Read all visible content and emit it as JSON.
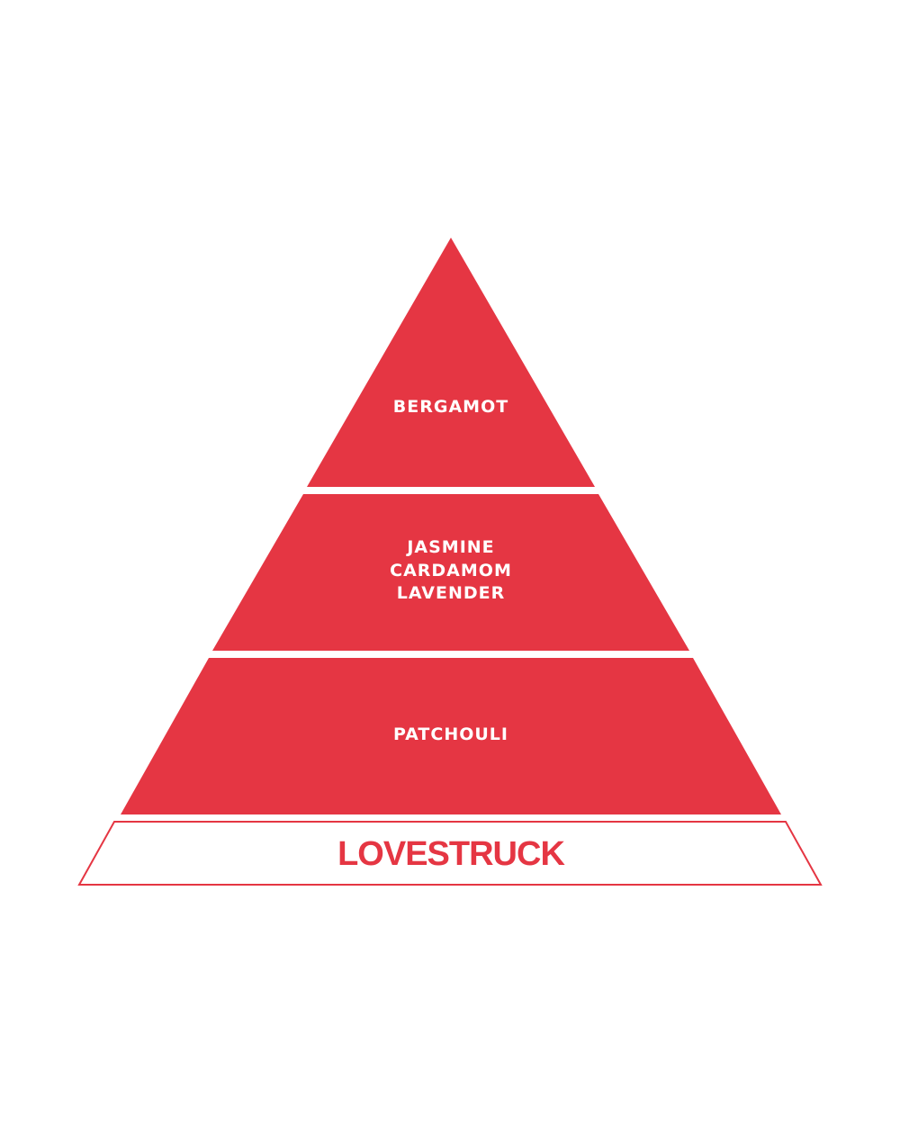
{
  "colors": {
    "accent": "#e53643",
    "background": "#ffffff",
    "note_text": "#ffffff"
  },
  "pyramid": {
    "top_tier": {
      "notes": [
        "BERGAMOT"
      ]
    },
    "middle_tier": {
      "notes": [
        "JASMINE",
        "CARDAMOM",
        "LAVENDER"
      ]
    },
    "base_tier": {
      "notes": [
        "PATCHOULI"
      ]
    },
    "brand_band": {
      "name": "LOVESTRUCK"
    }
  }
}
